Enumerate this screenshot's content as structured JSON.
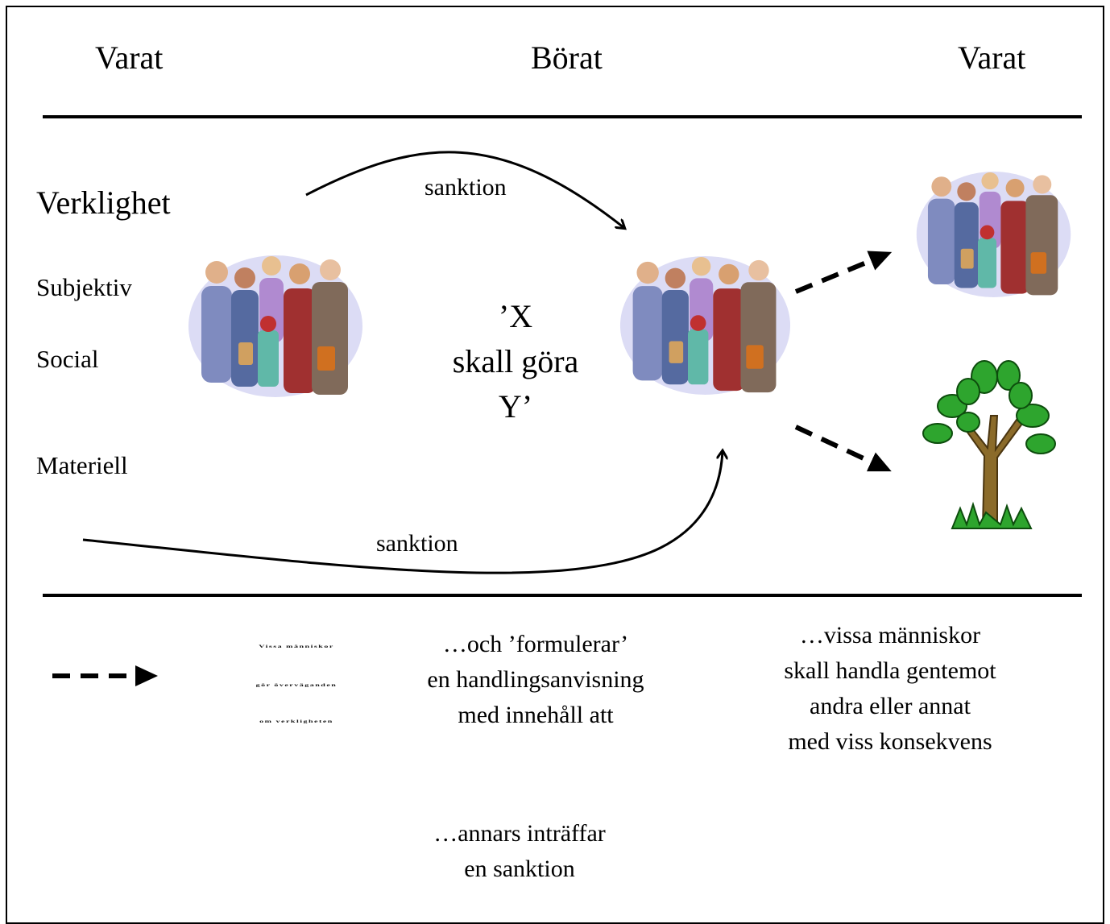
{
  "headers": {
    "left": "Varat",
    "middle": "Börat",
    "right": "Varat"
  },
  "side_labels": {
    "verklighet": "Verklighet",
    "subjektiv": "Subjektiv",
    "social": "Social",
    "materiell": "Materiell"
  },
  "arrows": {
    "top_label": "sanktion",
    "bottom_label": "sanktion"
  },
  "norm": {
    "line1": "’X",
    "line2": "skall göra",
    "line3": "Y’"
  },
  "legend": {
    "line1": "Vissa människor",
    "line2": "gör överväganden",
    "line3": "om verkligheten"
  },
  "captions": {
    "formulerar": [
      "…och ’formulerar’",
      "en handlingsanvisning",
      "med innehåll att"
    ],
    "handla": [
      "…vissa människor",
      "skall handla gentemot",
      "andra eller annat",
      "med viss konsekvens"
    ],
    "annars": [
      "…annars inträffar",
      "en sanktion"
    ]
  },
  "icons": [
    "people-group-icon",
    "tree-icon",
    "dashed-arrow-icon"
  ],
  "colors": {
    "ink": "#000000",
    "tree_leaf": "#2ea52e",
    "tree_trunk": "#8b6b2a"
  }
}
